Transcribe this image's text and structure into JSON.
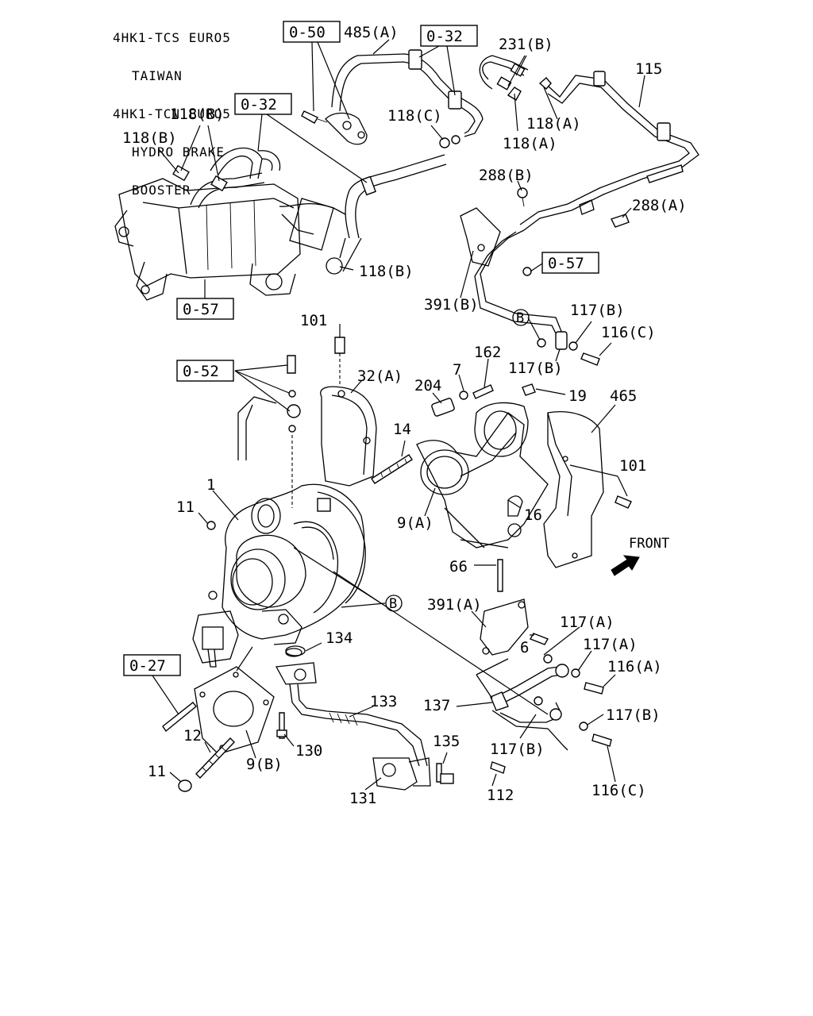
{
  "title": {
    "line1": "4HK1-TCS EURO5",
    "line2": "TAIWAN",
    "line3": "4HK1-TCN EURO5",
    "line4": "HYDRO BRAKE",
    "line5": "BOOSTER"
  },
  "refs": {
    "r050": "0-50",
    "r032a": "0-32",
    "r032b": "0-32",
    "r057a": "0-57",
    "r057b": "0-57",
    "r052": "0-52",
    "r027": "0-27"
  },
  "callouts": {
    "c485a": "485(A)",
    "c231b": "231(B)",
    "c115": "115",
    "c118b1": "118(B)",
    "c118b2": "118(B)",
    "c118b3": "118(B)",
    "c118c": "118(C)",
    "c118a1": "118(A)",
    "c118a2": "118(A)",
    "c288b": "288(B)",
    "c288a": "288(A)",
    "c391b": "391(B)",
    "c117b1": "117(B)",
    "c117b2": "117(B)",
    "c116c1": "116(C)",
    "c101a": "101",
    "c162": "162",
    "c7": "7",
    "c204": "204",
    "c19": "19",
    "c465": "465",
    "c32a": "32(A)",
    "c14": "14",
    "c1": "1",
    "c11a": "11",
    "c9a": "9(A)",
    "c16": "16",
    "c101b": "101",
    "c66": "66",
    "c391a": "391(A)",
    "c117a1": "117(A)",
    "c6": "6",
    "c117a2": "117(A)",
    "c116a": "116(A)",
    "c134": "134",
    "c133": "133",
    "c137": "137",
    "c117b3": "117(B)",
    "c117b4": "117(B)",
    "c135": "135",
    "c130": "130",
    "c12": "12",
    "c9b": "9(B)",
    "c11b": "11",
    "c131": "131",
    "c112": "112",
    "c116c2": "116(C)"
  },
  "markers": {
    "b1": "B",
    "b2": "B"
  },
  "front_label": "FRONT"
}
